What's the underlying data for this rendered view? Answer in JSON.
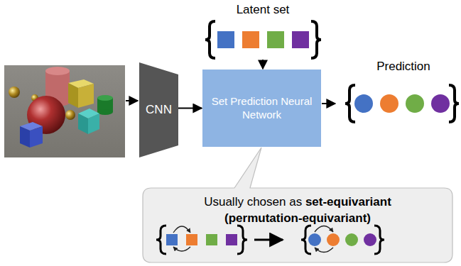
{
  "diagram": {
    "nodes": [
      {
        "text": [
          "CNN"
        ]
      },
      {
        "text": [
          "Set Prediction Neural Network"
        ]
      },
      {
        "text": [
          "Usually chosen as",
          "set-equivariant",
          "(permutation-equivariant)"
        ]
      }
    ],
    "edges": [
      {
        "from": 0,
        "to": 1,
        "arrow": "to"
      }
    ],
    "labels": [
      "Latent set",
      "Prediction"
    ]
  }
}
